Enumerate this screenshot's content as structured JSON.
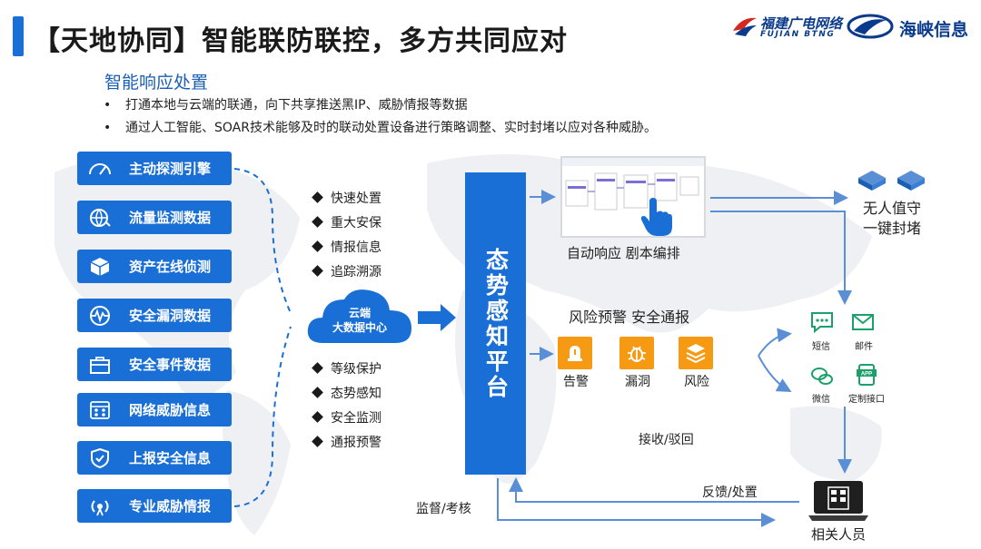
{
  "header": {
    "title": "【天地协同】智能联防联控，多方共同应对",
    "logo_left_cn": "福建广电网络",
    "logo_left_en": "FUJIAN BTNG",
    "logo_right": "海峡信息"
  },
  "section": {
    "subtitle": "智能响应处置",
    "bullets": [
      "打通本地与云端的联通，向下共享推送黑IP、威胁情报等数据",
      "通过人工智能、SOAR技术能够及时的联动处置设备进行策略调整、实时封堵以应对各种威胁。"
    ]
  },
  "sources": [
    {
      "label": "主动探测引擎",
      "icon": "gauge-icon"
    },
    {
      "label": "流量监测数据",
      "icon": "network-globe-icon"
    },
    {
      "label": "资产在线侦测",
      "icon": "cube-icon"
    },
    {
      "label": "安全漏洞数据",
      "icon": "pulse-icon"
    },
    {
      "label": "安全事件数据",
      "icon": "briefcase-icon"
    },
    {
      "label": "网络威胁信息",
      "icon": "grid-icon"
    },
    {
      "label": "上报安全信息",
      "icon": "shield-icon"
    },
    {
      "label": "专业威胁情报",
      "icon": "signal-icon"
    }
  ],
  "cloud": {
    "line1": "云端",
    "line2": "大数据中心",
    "top_items": [
      "快速处置",
      "重大安保",
      "情报信息",
      "追踪溯源"
    ],
    "bottom_items": [
      "等级保护",
      "态势感知",
      "安全监测",
      "通报预警"
    ]
  },
  "platform": {
    "label": "态势感知平台"
  },
  "right": {
    "auto_label": "自动响应 剧本编排",
    "unmanned_line1": "无人值守",
    "unmanned_line2": "一键封堵",
    "risk_title": "风险预警 安全通报",
    "alerts": [
      "告警",
      "漏洞",
      "风险"
    ],
    "channels": [
      "短信",
      "邮件",
      "微信",
      "定制接口"
    ],
    "receive": "接收/驳回",
    "feedback": "反馈/处置",
    "supervise": "监督/考核",
    "people": "相关人员"
  },
  "colors": {
    "primary": "#1a6fd6",
    "accent": "#f59a12",
    "dark_blue": "#0a3a8c"
  }
}
